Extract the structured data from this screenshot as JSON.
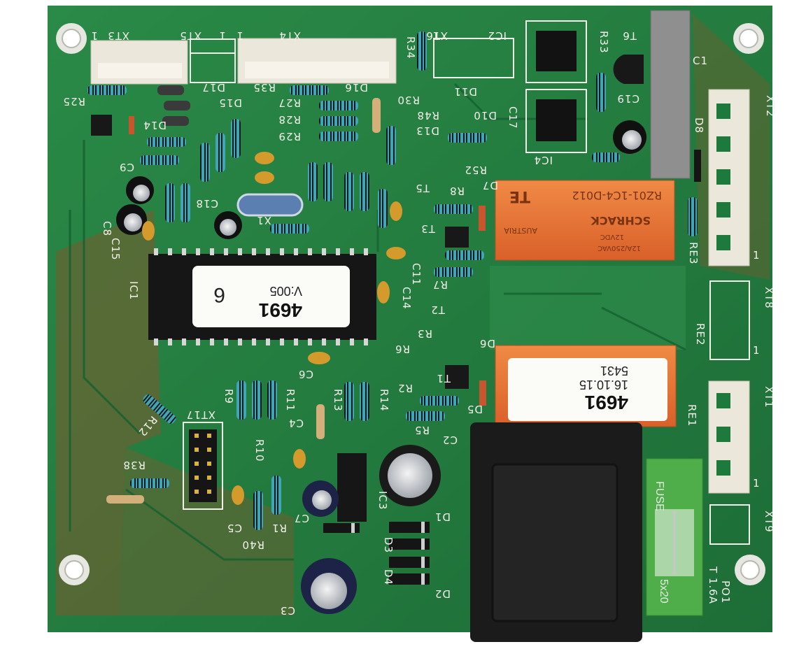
{
  "photo": {
    "subject": "",
    "colors": {
      "pcb": "#1f7a3c",
      "pcb_dark": "#17642f",
      "copper": "#8a5a2c",
      "silkscreen": "#f2f2ea",
      "relay": "#e8702f",
      "ic": "#151515",
      "fuse": "#4fae4a",
      "capacitor": "#1c2346"
    }
  },
  "board_labels": {
    "xt3": "XT3",
    "xt3_pin": "1",
    "xt5": "XT5",
    "xt5_pin": "1",
    "xt4": "XT4",
    "xt4_pin": "1",
    "xt6": "XT6",
    "xt6_pin": "1",
    "ic2": "IC2",
    "ic4": "IC4",
    "ic1": "IC1",
    "ic3": "IC3",
    "r33": "R33",
    "r34": "R34",
    "r25": "R25",
    "r35": "R35",
    "r27": "R27",
    "r28": "R28",
    "r29": "R29",
    "r30": "R30",
    "r48": "R48",
    "r52": "R52",
    "r8": "R8",
    "r7": "R7",
    "r3": "R3",
    "r6": "R6",
    "r2": "R2",
    "r5": "R5",
    "r9": "R9",
    "r11": "R11",
    "r13": "R13",
    "r14": "R14",
    "r10": "R10",
    "r12": "R12",
    "r38": "R38",
    "r1": "R1",
    "r40": "R40",
    "t6": "T6",
    "t5": "T5",
    "t3": "T3",
    "t2": "T2",
    "t1": "T1",
    "c1": "C1",
    "c19": "C19",
    "c17": "C17",
    "c18": "C18",
    "c9": "C9",
    "c8": "C8",
    "c15": "C15",
    "c11": "C11",
    "c14": "C14",
    "c6": "C6",
    "c4": "C4",
    "c2": "C2",
    "c5": "C5",
    "c7": "C7",
    "c3": "C3",
    "d17": "D17",
    "d16": "D16",
    "d15": "D15",
    "d14": "D14",
    "d11": "D11",
    "d10": "D10",
    "d13": "D13",
    "d7": "D7",
    "d8": "D8",
    "d6": "D6",
    "d5": "D5",
    "d1": "D1",
    "d3": "D3",
    "d4": "D4",
    "d2": "D2",
    "x1": "X1",
    "xt2": "XT2",
    "xt2_pin": "1",
    "xt8": "XT8",
    "xt8_pin": "1",
    "xt1": "XT1",
    "xt1_pin": "1",
    "xt9": "XT9",
    "xt17": "XT17",
    "re3": "RE3",
    "re2": "RE2",
    "re1": "RE1",
    "po1": "PO1",
    "fuse_rating": "T 1.6A"
  },
  "ic1_sticker": {
    "line1": "4691",
    "line2": "V:005",
    "line3": "6"
  },
  "relay_top": {
    "brand": "TE",
    "model": "RZ01-1C4-D012",
    "maker": "SCHRACK",
    "origin": "AUSTRIA",
    "rating1": "12VDC",
    "rating2": "12A/250VAC"
  },
  "relay_bottom_sticker": {
    "line1": "4691",
    "line2": "16.10.15",
    "line3": "5431"
  },
  "fuse": {
    "label": "FUSE",
    "size": "5x20"
  }
}
